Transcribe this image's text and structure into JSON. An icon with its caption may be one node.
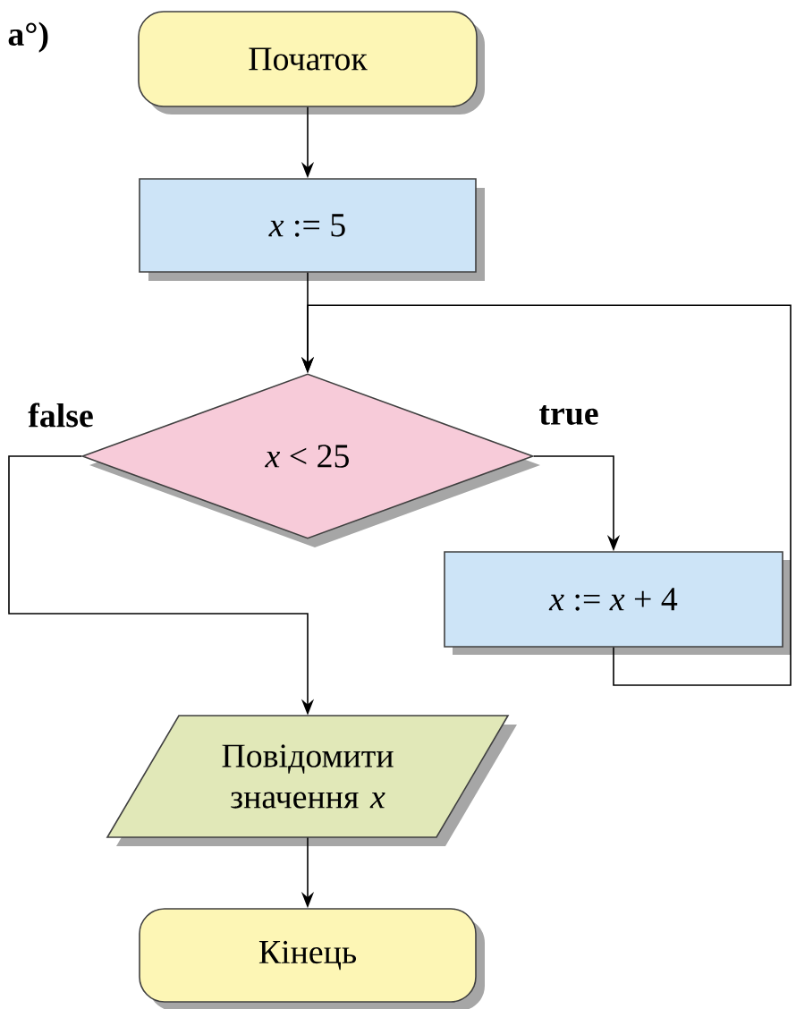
{
  "diagram": {
    "nodes": [
      {
        "text": [
          "Початок"
        ]
      },
      {
        "text": [
          "*x* := 5"
        ]
      },
      {
        "text": [
          "*x* < 25"
        ]
      },
      {
        "text": [
          "*x* := *x* + 4"
        ]
      },
      {
        "text": [
          "Повідомити значення *x*"
        ]
      },
      {
        "text": [
          "Кінець"
        ]
      }
    ],
    "edges": [
      {
        "from": 0,
        "to": 1,
        "arrow": "to"
      },
      {
        "from": 1,
        "to": 2,
        "arrow": "to"
      },
      {
        "from": 2,
        "to": 3,
        "arrow": "to",
        "label": "true"
      },
      {
        "from": 2,
        "to": 4,
        "arrow": "to",
        "label": "false"
      },
      {
        "from": 3,
        "to": 2,
        "arrow": "to"
      },
      {
        "from": 4,
        "to": 5,
        "arrow": "to"
      }
    ],
    "labels": [
      "а°)"
    ]
  }
}
